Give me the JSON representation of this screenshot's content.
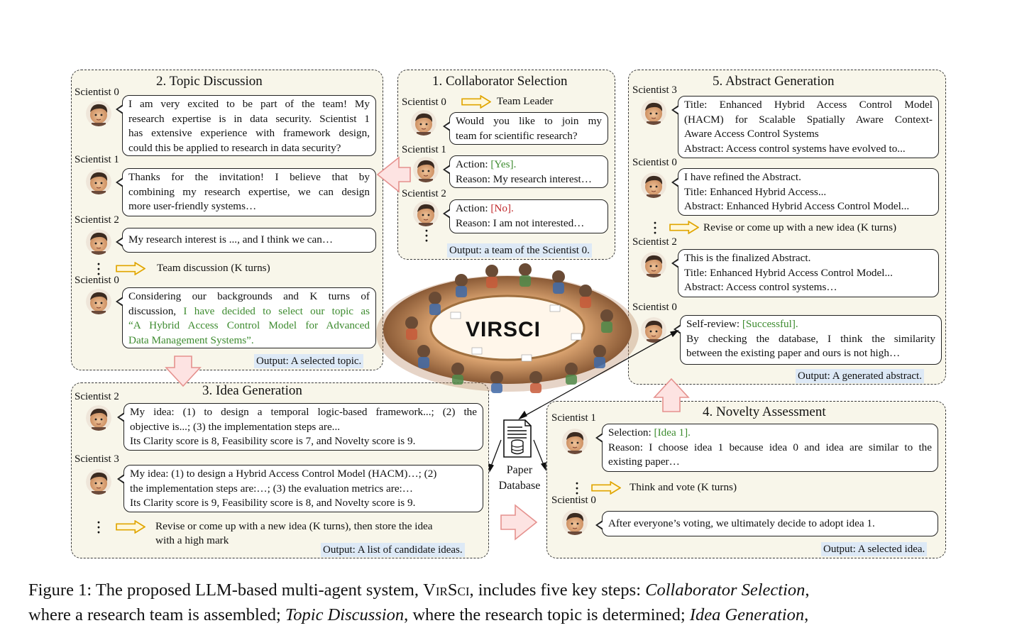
{
  "panels": {
    "collab": {
      "title": "1. Collaborator Selection",
      "leader_speaker": "Scientist 0",
      "leader_role": "Team Leader",
      "msg0": [
        "Would you like to join my",
        "team for scientific research?"
      ],
      "s1_speaker": "Scientist 1",
      "s1_action_prefix": "Action: ",
      "s1_action_value": "[Yes].",
      "s1_reason": "Reason: My research interest…",
      "s2_speaker": "Scientist 2",
      "s2_action_prefix": "Action: ",
      "s2_action_value": "[No].",
      "s2_reason": "Reason: I am not interested…",
      "output": "Output: a team of the Scientist 0."
    },
    "topic": {
      "title": "2. Topic Discussion",
      "s0_speaker": "Scientist 0",
      "msg0": [
        "I am very excited to be part of the team! My",
        "research expertise is in data security. Scientist 1",
        "has extensive experience with framework design,",
        "could this be applied to research in data security?"
      ],
      "s1_speaker": "Scientist 1",
      "msg1": [
        "Thanks for the invitation! I believe that by",
        "combining my research expertise, we can design",
        "more user-friendly systems…"
      ],
      "s2_speaker": "Scientist 2",
      "msg2": "My research interest is ..., and I think we can…",
      "turns_note": "Team discussion (K turns)",
      "s0b_speaker": "Scientist 0",
      "msg3_line1": "Considering our backgrounds and K turns of",
      "msg3_line2_plain": "discussion, ",
      "msg3_line2_green": "I have decided to select our topic as",
      "msg3_line3": "“A Hybrid Access Control Model for Advanced",
      "msg3_line4": "Data Management Systems”.",
      "output": "Output: A selected topic."
    },
    "idea": {
      "title": "3. Idea Generation",
      "s2_speaker": "Scientist 2",
      "msg0": [
        "My idea: (1) to design a temporal logic-based framework...; (2) the",
        "objective is...; (3) the implementation steps are...",
        "Its Clarity score is 8, Feasibility score is 7, and Novelty score is 9."
      ],
      "s3_speaker": "Scientist 3",
      "msg1": [
        "My idea: (1) to design a Hybrid Access Control Model (HACM)…; (2)",
        "the implementation steps are:…; (3) the evaluation metrics are:…",
        "Its Clarity score is 9, Feasibility score is 8, and Novelty score is 9."
      ],
      "note": [
        "Revise or come up with a new idea (K turns), then store the idea",
        "with a high mark"
      ],
      "output": "Output: A list of candidate ideas."
    },
    "novelty": {
      "title": "4. Novelty Assessment",
      "s1_speaker": "Scientist 1",
      "sel_prefix": "Selection: ",
      "sel_value": "[Idea 1].",
      "reason": [
        "Reason: I choose idea 1 because idea 0 and idea are similar to the",
        "existing paper…"
      ],
      "note": "Think and vote (K turns)",
      "s0_speaker": "Scientist 0",
      "msg1": "After everyone’s voting, we ultimately decide to adopt idea 1.",
      "output": "Output: A selected idea."
    },
    "abstract": {
      "title": "5. Abstract Generation",
      "s3_speaker": "Scientist 3",
      "msg0": [
        "Title: Enhanced Hybrid Access Control Model",
        "(HACM) for Scalable Spatially Aware Context-",
        "Aware Access Control Systems",
        "Abstract: Access control systems have evolved to..."
      ],
      "s0_speaker": "Scientist 0",
      "msg1": [
        "I have refined the Abstract.",
        "Title: Enhanced Hybrid Access...",
        "Abstract: Enhanced Hybrid Access Control Model..."
      ],
      "note": "Revise or come up with a new idea (K turns)",
      "s2_speaker": "Scientist 2",
      "msg2": [
        "This is the finalized Abstract.",
        "Title: Enhanced Hybrid Access Control Model...",
        "Abstract: Access control systems…"
      ],
      "s0b_speaker": "Scientist 0",
      "review_prefix": "Self-review: ",
      "review_value": "[Successful].",
      "review_lines": [
        "By checking the database, I think the similarity",
        "between the existing paper and ours is not high…"
      ],
      "output": "Output: A generated abstract."
    }
  },
  "center_label": "VIRSCI",
  "database_label": [
    "Paper",
    "Database"
  ],
  "caption": {
    "line1_a": "Figure 1: The proposed LLM-based multi-agent system, ",
    "line1_name": "VirSci",
    "line1_b": ", includes five key steps: ",
    "line1_c": "Collaborator Selection",
    "line1_d": ",",
    "line2_a": "where a research team is assembled; ",
    "line2_b": "Topic Discussion",
    "line2_c": ", where the research topic is determined; ",
    "line2_d": "Idea Generation",
    "line2_e": ","
  },
  "colors": {
    "panel_bg": "#f8f6ea",
    "output_bg": "#dde9f6",
    "green": "#3d8b2f",
    "red": "#c0282b",
    "arrow_fill": "#fde3e2",
    "arrow_stroke": "#e5918e",
    "turn_arrow": "#f0b90b"
  }
}
